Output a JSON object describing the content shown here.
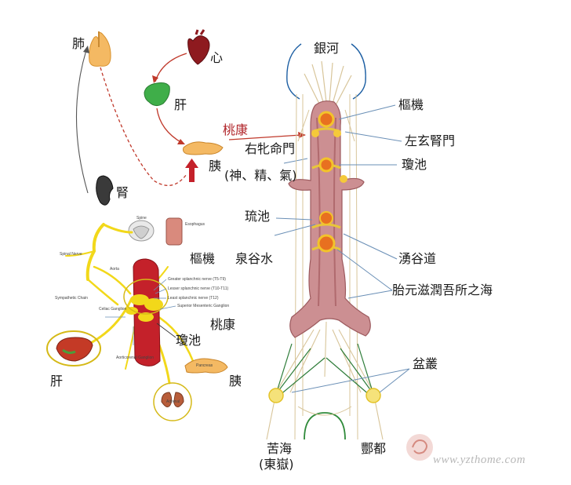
{
  "labels": {
    "fei": "肺",
    "xin": "心",
    "gan_top": "肝",
    "taokang_top": "桃康",
    "yi_top": "胰",
    "shen": "腎",
    "yinhe": "銀河",
    "shuji_right": "樞機",
    "zuoxuan": "左玄腎門",
    "qiongchi_right": "瓊池",
    "youpin": "右牝命門",
    "shenjingqi": "(神、精、氣)",
    "liuchi": "琉池",
    "quangushui": "泉谷水",
    "yonggudao": "湧谷道",
    "taiyuan": "胎元滋潤吾所之海",
    "penchong": "盆叢",
    "kuhai": "苦海",
    "dongyue": "(東嶽)",
    "fengdu": "酆都",
    "shuji_left": "樞機",
    "taokang_left": "桃康",
    "qiongchi_left": "瓊池",
    "gan_bottom": "肝",
    "yi_bottom": "胰"
  },
  "anatomy_labels": {
    "spine": "Spine",
    "esophagus": "Esophagus",
    "spinal_nerve": "Spinal Nerve",
    "aorta": "Aorta",
    "greater": "Greater splanchnic nerve (T5-T9)",
    "lesser": "Lesser splanchnic nerve (T10-T11)",
    "least": "Least splanchnic nerve (T12)",
    "sympathetic": "Sympathetic Chain",
    "celiac": "Celiac Ganglion",
    "superior_mesenteric": "Superior Mesenteric Ganglion",
    "aorticorenal": "Aorticorenal Ganglion",
    "pancreas": "Pancreas",
    "adrenal": "Adrenal"
  },
  "watermark": "www.yzthome.com",
  "colors": {
    "text": "#1a1a1a",
    "accent_red": "#b1262b",
    "nerve_yellow": "#f2d81a",
    "aorta_red": "#c4212a",
    "body_pink": "#c98b8f",
    "nerve_green": "#2f7d3a",
    "liver_green": "#3fae49",
    "lung_orange": "#f2b45a"
  }
}
